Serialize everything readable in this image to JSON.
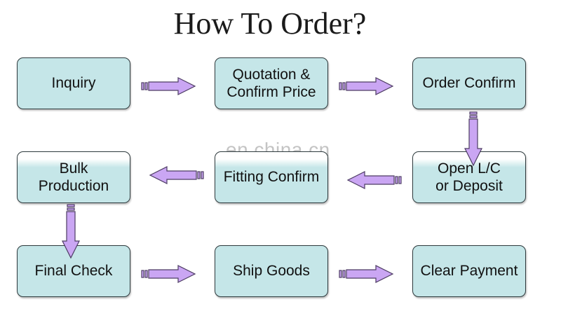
{
  "title": "How To Order?",
  "watermark": "en.china.cn",
  "colors": {
    "box_fill": "#c5e6e8",
    "box_border": "#2e3a3d",
    "arrow_fill": "#caa6f3",
    "arrow_stroke": "#4d3c63"
  },
  "steps": [
    {
      "id": "inquiry",
      "label": "Inquiry"
    },
    {
      "id": "quotation",
      "label": "Quotation &\nConfirm Price"
    },
    {
      "id": "order-confirm",
      "label": "Order Confirm"
    },
    {
      "id": "open-lc",
      "label": "Open L/C\nor Deposit"
    },
    {
      "id": "fitting-confirm",
      "label": "Fitting Confirm"
    },
    {
      "id": "bulk-production",
      "label": "Bulk\nProduction"
    },
    {
      "id": "final-check",
      "label": "Final Check"
    },
    {
      "id": "ship-goods",
      "label": "Ship Goods"
    },
    {
      "id": "clear-payment",
      "label": "Clear Payment"
    }
  ]
}
